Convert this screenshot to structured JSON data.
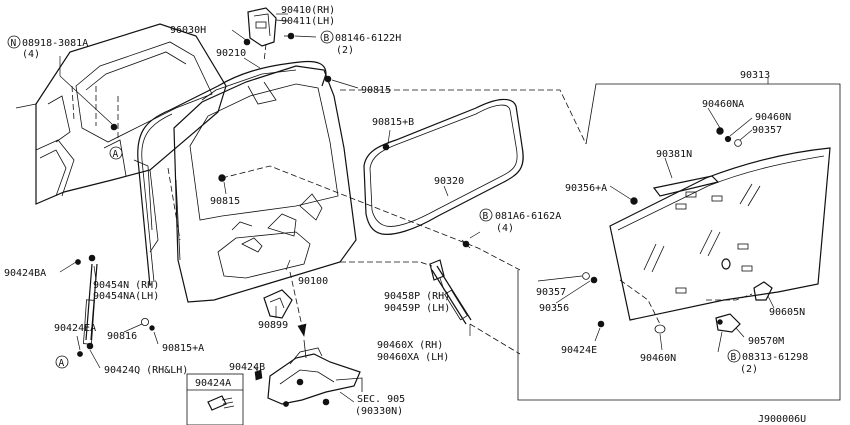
{
  "diagram_id": "J900006U",
  "callout_A": "A",
  "prefix_N": "N",
  "prefix_B": "B",
  "labels": {
    "p90410": "90410(RH)",
    "p90411": "90411(LH)",
    "p96030H": "96030H",
    "p08146": "08146-6122H",
    "p08146_qty": "(2)",
    "p08918": "08918-3081A",
    "p08918_qty": "(4)",
    "p90210": "90210",
    "p90815_top": "90815",
    "p90313": "90313",
    "p90460NA": "90460NA",
    "p90460N_top": "90460N",
    "p90357_top": "90357",
    "p90815B": "90815+B",
    "p90381N": "90381N",
    "p90320": "90320",
    "p90356A": "90356+A",
    "p90815_mid": "90815",
    "p081A6": "081A6-6162A",
    "p081A6_qty": "(4)",
    "p90424BA": "90424BA",
    "p90454N": "90454N (RH)",
    "p90454NA": "90454NA(LH)",
    "p90100": "90100",
    "p90458P": "90458P (RH)",
    "p90459P": "90459P (LH)",
    "p90357_bot": "90357",
    "p90356": "90356",
    "p90605N": "90605N",
    "p90424EA": "90424EA",
    "p90816": "90816",
    "p90815A": "90815+A",
    "p90899": "90899",
    "p90460X": "90460X  (RH)",
    "p90460XA": "90460XA (LH)",
    "p90424E": "90424E",
    "p90460N_bot": "90460N",
    "p90570M": "90570M",
    "p90424Q": "90424Q (RH&LH)",
    "p90424B": "90424B",
    "p08313": "08313-61298",
    "p08313_qty": "(2)",
    "p90424A": "90424A",
    "sec905": "SEC. 905",
    "p90330N": "(90330N)"
  }
}
